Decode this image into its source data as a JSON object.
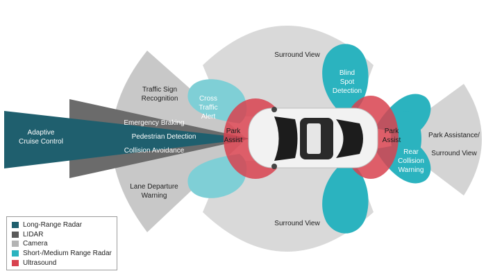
{
  "colors": {
    "long_range_radar": "#1f5f6e",
    "lidar": "#5b5b5b",
    "camera": "#b4b4b4",
    "short_medium_radar": "#2bb3bf",
    "ultrasound": "#d8424f"
  },
  "labels": {
    "adaptive_cruise_1": "Adaptive",
    "adaptive_cruise_2": "Cruise Control",
    "traffic_sign_1": "Traffic Sign",
    "traffic_sign_2": "Recognition",
    "cross_traffic_1": "Cross",
    "cross_traffic_2": "Traffic",
    "cross_traffic_3": "Alert",
    "emergency_braking": "Emergency Braking",
    "pedestrian_detection": "Pedestrian Detection",
    "collision_avoidance": "Collision Avoidance",
    "lane_departure_1": "Lane Departure",
    "lane_departure_2": "Warning",
    "park_assist_front_1": "Park",
    "park_assist_front_2": "Assist",
    "surround_view_top": "Surround View",
    "surround_view_bottom": "Surround View",
    "blind_spot_1": "Blind",
    "blind_spot_2": "Spot",
    "blind_spot_3": "Detection",
    "park_assist_rear_1": "Park",
    "park_assist_rear_2": "Assist",
    "rear_collision_1": "Rear",
    "rear_collision_2": "Collision",
    "rear_collision_3": "Warning",
    "park_assist_surround_1": "Park Assistance/",
    "park_assist_surround_2": "Surround View"
  },
  "legend": [
    {
      "label": "Long-Range Radar",
      "color": "#1f5f6e"
    },
    {
      "label": "LIDAR",
      "color": "#5b5b5b"
    },
    {
      "label": "Camera",
      "color": "#b4b4b4"
    },
    {
      "label": "Short-/Medium Range Radar",
      "color": "#2bb3bf"
    },
    {
      "label": "Ultrasound",
      "color": "#d8424f"
    }
  ]
}
